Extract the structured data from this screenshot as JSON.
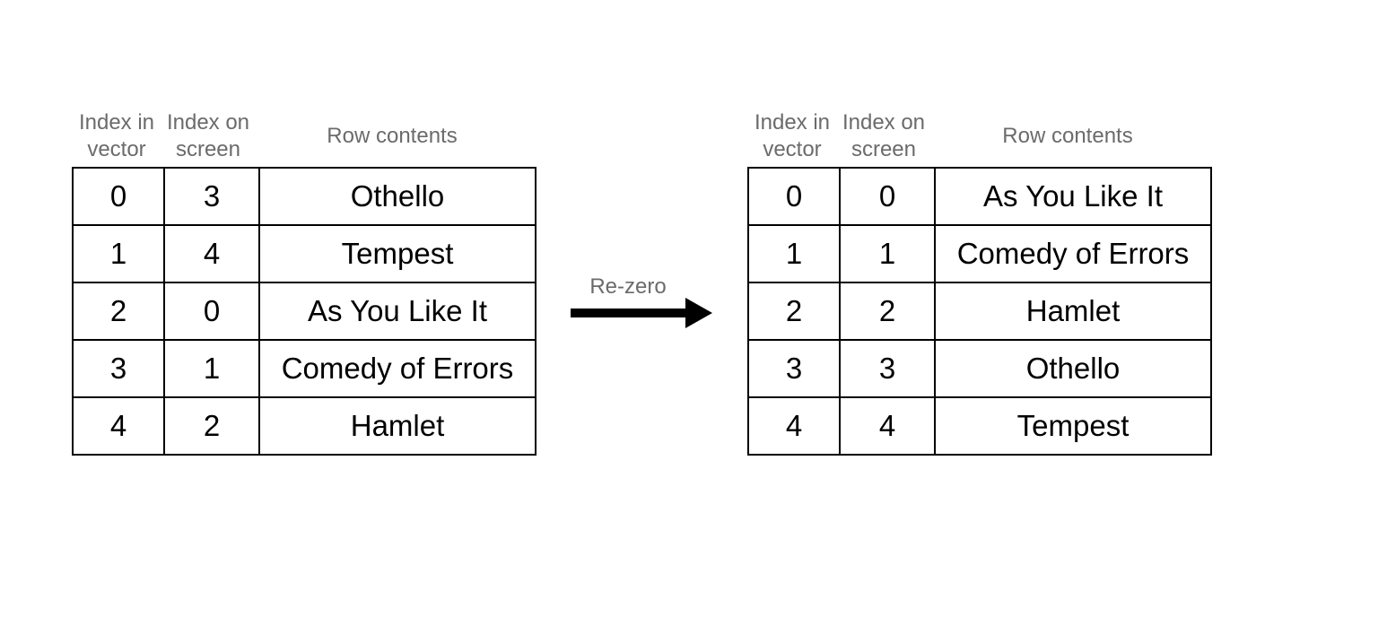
{
  "columns": [
    "Index in vector",
    "Index on screen",
    "Row contents"
  ],
  "arrow": {
    "label": "Re-zero"
  },
  "left_table": {
    "rows": [
      [
        "0",
        "3",
        "Othello"
      ],
      [
        "1",
        "4",
        "Tempest"
      ],
      [
        "2",
        "0",
        "As You Like It"
      ],
      [
        "3",
        "1",
        "Comedy of Errors"
      ],
      [
        "4",
        "2",
        "Hamlet"
      ]
    ]
  },
  "right_table": {
    "rows": [
      [
        "0",
        "0",
        "As You Like It"
      ],
      [
        "1",
        "1",
        "Comedy of Errors"
      ],
      [
        "2",
        "2",
        "Hamlet"
      ],
      [
        "3",
        "3",
        "Othello"
      ],
      [
        "4",
        "4",
        "Tempest"
      ]
    ]
  },
  "colors": {
    "header_text": "#6b6b6b",
    "cell_text": "#000000",
    "table_border": "#000000",
    "arrow": "#000000",
    "background": "#ffffff"
  }
}
